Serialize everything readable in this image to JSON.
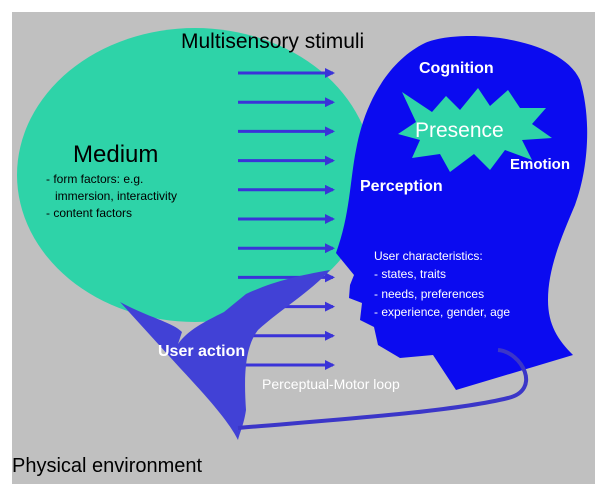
{
  "colors": {
    "background": "#c0c0c0",
    "medium_fill": "#2ed3a8",
    "head_fill": "#0b0bf0",
    "arrow_color": "#3a33d8",
    "hand_fill": "#4141d6",
    "loop_color": "#3b36c8",
    "presence_fill": "#2ed3a8"
  },
  "labels": {
    "multisensory": "Multisensory stimuli",
    "medium_title": "Medium",
    "medium_items": [
      "- form factors: e.g.",
      "  immersion, interactivity",
      "- content factors"
    ],
    "cognition": "Cognition",
    "presence": "Presence",
    "emotion": "Emotion",
    "perception": "Perception",
    "user_char_title": "User characteristics:",
    "user_char_items": [
      "- states, traits",
      "- needs, preferences",
      "- experience, gender, age"
    ],
    "user_action": "User action",
    "loop": "Perceptual-Motor loop",
    "physical": "Physical environment"
  },
  "stimulus_arrow_count": 11
}
